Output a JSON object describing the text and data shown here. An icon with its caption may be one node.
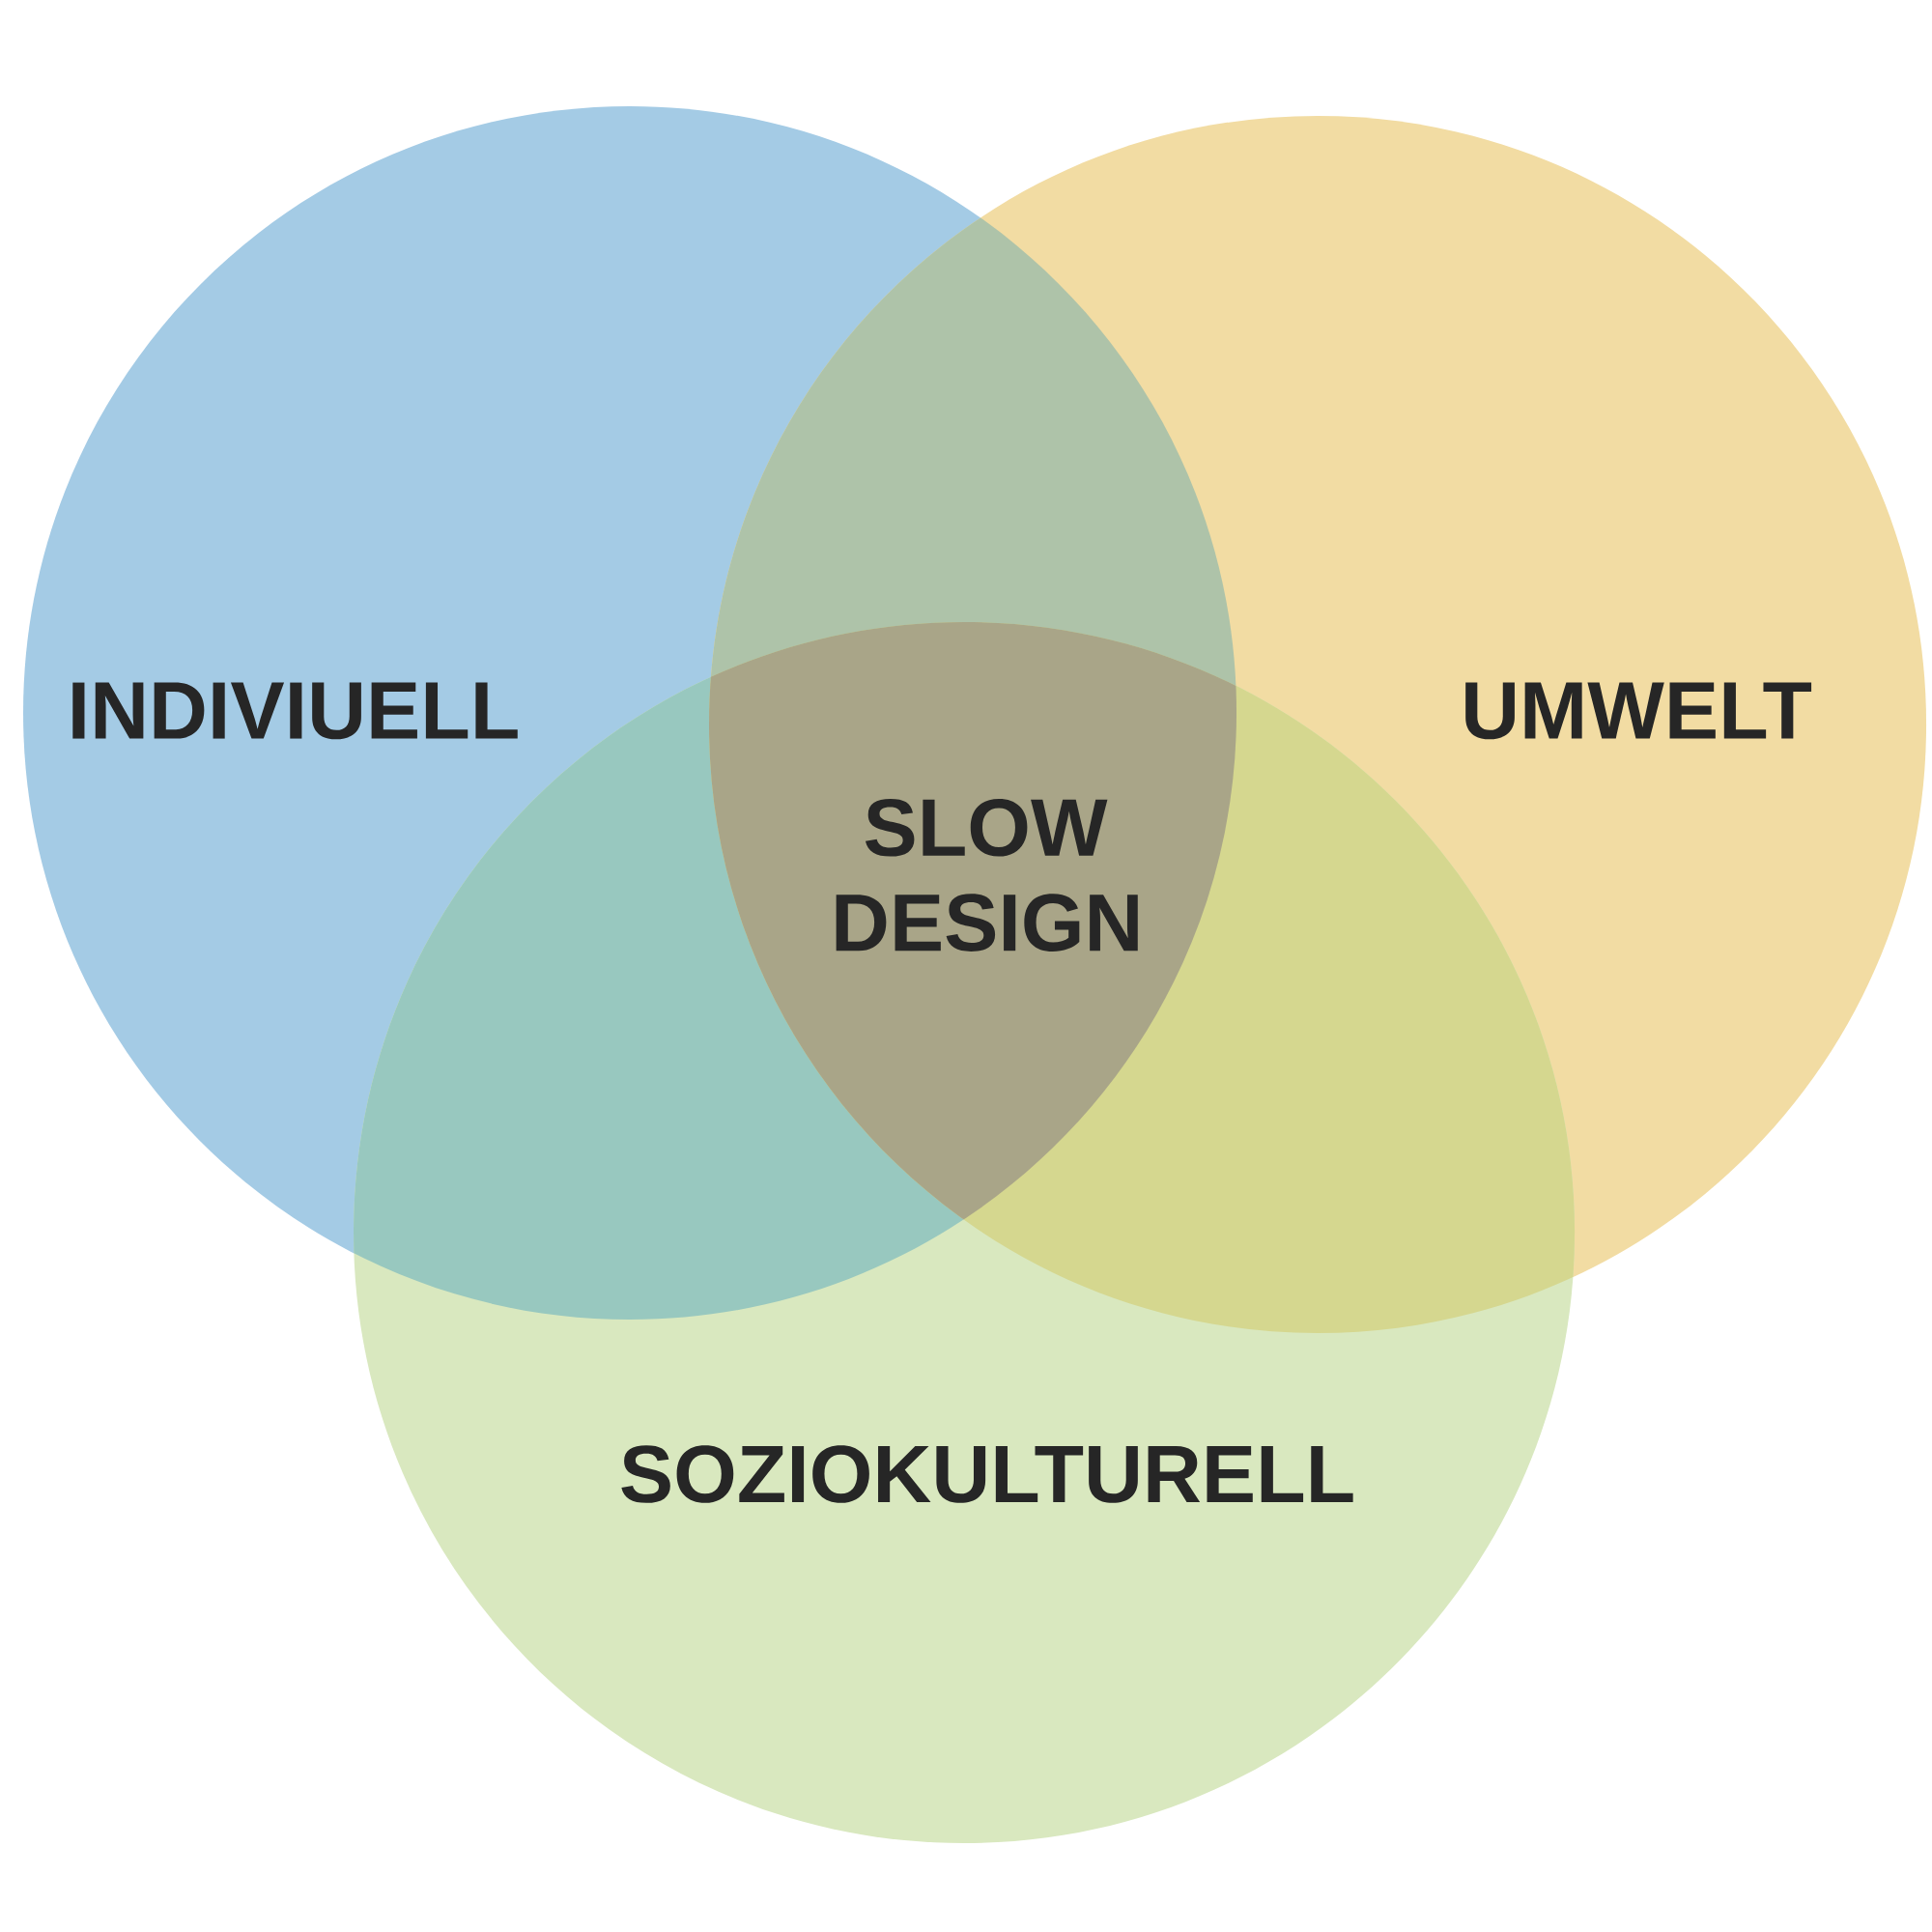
{
  "diagram": {
    "nodes": [
      {
        "text": [
          "INDIVIUELL"
        ]
      },
      {
        "text": [
          "UMWELT"
        ]
      },
      {
        "text": [
          "SOZIOKULTURELL"
        ]
      }
    ],
    "labels": [
      "SLOW DESIGN"
    ]
  }
}
